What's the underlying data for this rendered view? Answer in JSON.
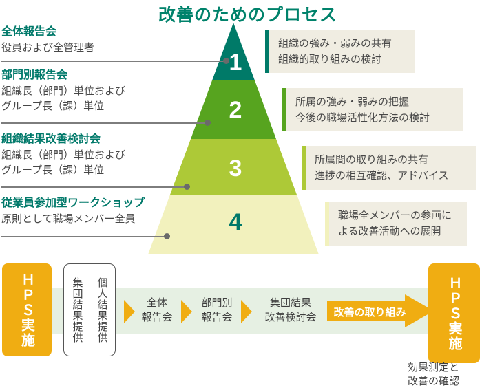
{
  "title": "改善のためのプロセス",
  "pyramid": {
    "tiers": [
      {
        "number": "1",
        "color": "#007a68",
        "number_color": "#ffffff"
      },
      {
        "number": "2",
        "color": "#57a41f",
        "number_color": "#ffffff"
      },
      {
        "number": "3",
        "color": "#adc937",
        "number_color": "#ffffff"
      },
      {
        "number": "4",
        "color": "#f2f1bd",
        "number_color": "#00796a"
      }
    ]
  },
  "left_labels": [
    {
      "heading": "全体報告会",
      "line1": "役員および全管理者",
      "line2": ""
    },
    {
      "heading": "部門別報告会",
      "line1": "組織長（部門）単位および",
      "line2": "グループ長（課）単位"
    },
    {
      "heading": "組織結果改善検討会",
      "line1": "組織長（部門）単位および",
      "line2": "グループ長（課）単位"
    },
    {
      "heading": "従業員参加型ワークショップ",
      "line1": "原則として職場メンバー全員",
      "line2": ""
    }
  ],
  "right_boxes": [
    {
      "line1": "組織の強み・弱みの共有",
      "line2": "組織的取り組みの検討",
      "accent": "#007a68"
    },
    {
      "line1": "所属の強み・弱みの把握",
      "line2": "今後の職場活性化方法の検討",
      "accent": "#57a41f"
    },
    {
      "line1": "所属間の取り組みの共有",
      "line2": "進捗の相互確認、アドバイス",
      "accent": "#adc937"
    },
    {
      "line1": "職場全メンバーの参画に",
      "line2": "よる改善活動への展開",
      "accent": "#f2f1bd"
    }
  ],
  "flow": {
    "hps_start_label": "ＨＰＳ実施",
    "results": {
      "left_column": "集団結果提供",
      "right_column": "個人結果提供"
    },
    "steps": [
      {
        "line1": "全体",
        "line2": "報告会"
      },
      {
        "line1": "部門別",
        "line2": "報告会"
      },
      {
        "line1": "集団結果",
        "line2": "改善検討会"
      }
    ],
    "arrow_label": "改善の取り組み",
    "hps_end_label": "ＨＰＳ実施",
    "caption_line1": "効果測定と",
    "caption_line2": "改善の確認"
  },
  "colors": {
    "teal": "#007a68",
    "green": "#57a41f",
    "yellow_green": "#adc937",
    "pale_yellow": "#f2f1bd",
    "gold": "#f0ad12",
    "band_green": "#e6f0e3",
    "box_beige": "#f0ede2",
    "text_dark": "#474747",
    "line_gray": "#7d7d7d"
  }
}
